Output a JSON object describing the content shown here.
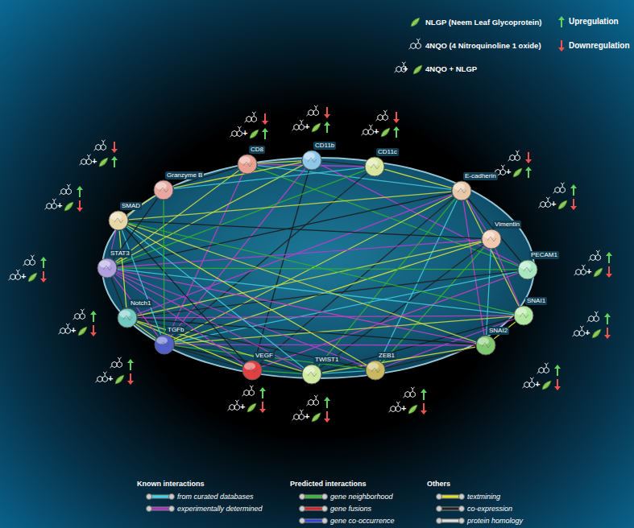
{
  "diagram": {
    "nodes": [
      {
        "text": [
          "CD8"
        ]
      },
      {
        "text": [
          "CD11b"
        ]
      },
      {
        "text": [
          "CD11c"
        ]
      },
      {
        "text": [
          "E-cadherin"
        ]
      },
      {
        "text": [
          "Vimentin"
        ]
      },
      {
        "text": [
          "PECAM1"
        ]
      },
      {
        "text": [
          "SNAI1"
        ]
      },
      {
        "text": [
          "SNAI2"
        ]
      },
      {
        "text": [
          "ZEB1"
        ]
      },
      {
        "text": [
          "TWIST1"
        ]
      },
      {
        "text": [
          "VEGF"
        ]
      },
      {
        "text": [
          "TGFb"
        ]
      },
      {
        "text": [
          "Notch1"
        ]
      },
      {
        "text": [
          "STAT3"
        ]
      },
      {
        "text": [
          "SMAD"
        ]
      },
      {
        "text": [
          "Granzyme B"
        ]
      }
    ],
    "edges": [
      {
        "from": 0,
        "to": 1,
        "arrow": "none"
      },
      {
        "from": 0,
        "to": 2,
        "arrow": "none"
      },
      {
        "from": 0,
        "to": 15,
        "arrow": "none"
      },
      {
        "from": 0,
        "to": 13,
        "arrow": "none"
      },
      {
        "from": 0,
        "to": 11,
        "arrow": "none"
      },
      {
        "from": 0,
        "to": 3,
        "arrow": "none"
      },
      {
        "from": 0,
        "to": 5,
        "arrow": "none"
      },
      {
        "from": 1,
        "to": 2,
        "arrow": "none"
      },
      {
        "from": 1,
        "to": 15,
        "arrow": "none"
      },
      {
        "from": 1,
        "to": 5,
        "arrow": "none"
      },
      {
        "from": 1,
        "to": 10,
        "arrow": "none"
      },
      {
        "from": 1,
        "to": 13,
        "arrow": "none"
      },
      {
        "from": 1,
        "to": 11,
        "arrow": "none"
      },
      {
        "from": 2,
        "to": 15,
        "arrow": "none"
      },
      {
        "from": 2,
        "to": 13,
        "arrow": "none"
      },
      {
        "from": 2,
        "to": 11,
        "arrow": "none"
      },
      {
        "from": 2,
        "to": 3,
        "arrow": "none"
      },
      {
        "from": 3,
        "to": 4,
        "arrow": "none"
      },
      {
        "from": 3,
        "to": 5,
        "arrow": "none"
      },
      {
        "from": 3,
        "to": 6,
        "arrow": "none"
      },
      {
        "from": 3,
        "to": 7,
        "arrow": "none"
      },
      {
        "from": 3,
        "to": 8,
        "arrow": "none"
      },
      {
        "from": 3,
        "to": 9,
        "arrow": "none"
      },
      {
        "from": 3,
        "to": 10,
        "arrow": "none"
      },
      {
        "from": 3,
        "to": 11,
        "arrow": "none"
      },
      {
        "from": 3,
        "to": 12,
        "arrow": "none"
      },
      {
        "from": 3,
        "to": 13,
        "arrow": "none"
      },
      {
        "from": 3,
        "to": 14,
        "arrow": "none"
      },
      {
        "from": 4,
        "to": 6,
        "arrow": "none"
      },
      {
        "from": 4,
        "to": 7,
        "arrow": "none"
      },
      {
        "from": 4,
        "to": 8,
        "arrow": "none"
      },
      {
        "from": 4,
        "to": 9,
        "arrow": "none"
      },
      {
        "from": 4,
        "to": 11,
        "arrow": "none"
      },
      {
        "from": 4,
        "to": 13,
        "arrow": "none"
      },
      {
        "from": 4,
        "to": 14,
        "arrow": "none"
      },
      {
        "from": 4,
        "to": 12,
        "arrow": "none"
      },
      {
        "from": 5,
        "to": 10,
        "arrow": "none"
      },
      {
        "from": 5,
        "to": 11,
        "arrow": "none"
      },
      {
        "from": 5,
        "to": 13,
        "arrow": "none"
      },
      {
        "from": 5,
        "to": 12,
        "arrow": "none"
      },
      {
        "from": 6,
        "to": 7,
        "arrow": "none"
      },
      {
        "from": 6,
        "to": 8,
        "arrow": "none"
      },
      {
        "from": 6,
        "to": 9,
        "arrow": "none"
      },
      {
        "from": 6,
        "to": 11,
        "arrow": "none"
      },
      {
        "from": 6,
        "to": 12,
        "arrow": "none"
      },
      {
        "from": 6,
        "to": 13,
        "arrow": "none"
      },
      {
        "from": 6,
        "to": 14,
        "arrow": "none"
      },
      {
        "from": 7,
        "to": 8,
        "arrow": "none"
      },
      {
        "from": 7,
        "to": 9,
        "arrow": "none"
      },
      {
        "from": 7,
        "to": 11,
        "arrow": "none"
      },
      {
        "from": 7,
        "to": 12,
        "arrow": "none"
      },
      {
        "from": 7,
        "to": 14,
        "arrow": "none"
      },
      {
        "from": 7,
        "to": 13,
        "arrow": "none"
      },
      {
        "from": 8,
        "to": 9,
        "arrow": "none"
      },
      {
        "from": 8,
        "to": 11,
        "arrow": "none"
      },
      {
        "from": 8,
        "to": 12,
        "arrow": "none"
      },
      {
        "from": 8,
        "to": 14,
        "arrow": "none"
      },
      {
        "from": 8,
        "to": 13,
        "arrow": "none"
      },
      {
        "from": 9,
        "to": 11,
        "arrow": "none"
      },
      {
        "from": 9,
        "to": 12,
        "arrow": "none"
      },
      {
        "from": 9,
        "to": 13,
        "arrow": "none"
      },
      {
        "from": 9,
        "to": 14,
        "arrow": "none"
      },
      {
        "from": 9,
        "to": 10,
        "arrow": "none"
      },
      {
        "from": 10,
        "to": 11,
        "arrow": "none"
      },
      {
        "from": 10,
        "to": 12,
        "arrow": "none"
      },
      {
        "from": 10,
        "to": 13,
        "arrow": "none"
      },
      {
        "from": 10,
        "to": 14,
        "arrow": "none"
      },
      {
        "from": 11,
        "to": 12,
        "arrow": "none"
      },
      {
        "from": 11,
        "to": 13,
        "arrow": "none"
      },
      {
        "from": 11,
        "to": 14,
        "arrow": "none"
      },
      {
        "from": 11,
        "to": 15,
        "arrow": "none"
      },
      {
        "from": 12,
        "to": 13,
        "arrow": "none"
      },
      {
        "from": 12,
        "to": 14,
        "arrow": "none"
      },
      {
        "from": 13,
        "to": 14,
        "arrow": "none"
      },
      {
        "from": 13,
        "to": 15,
        "arrow": "none"
      },
      {
        "from": 14,
        "to": 15,
        "arrow": "none"
      }
    ],
    "labels": [
      "+",
      "+",
      "+",
      "+",
      "+",
      "+",
      "+",
      "+",
      "+",
      "+",
      "+",
      "+",
      "+",
      "+",
      "+",
      "+",
      "+",
      "Known interactions",
      "Predicted interactions",
      "Others"
    ],
    "legend": [
      {
        "text": "NLGP (Neem Leaf Glycoprotein)"
      },
      {
        "text": "4NQO (4 Nitroquinoline 1 oxide)"
      },
      {
        "text": "4NQO + NLGP"
      },
      {
        "text": "Upregulation"
      },
      {
        "text": "Downregulation"
      },
      {
        "text": "from curated databases"
      },
      {
        "text": "experimentally determined"
      },
      {
        "text": "gene neighborhood"
      },
      {
        "text": "gene fusions"
      },
      {
        "text": "gene co-occurrence"
      },
      {
        "text": "textmining"
      },
      {
        "text": "co-expression"
      },
      {
        "text": "protein homology"
      }
    ]
  }
}
